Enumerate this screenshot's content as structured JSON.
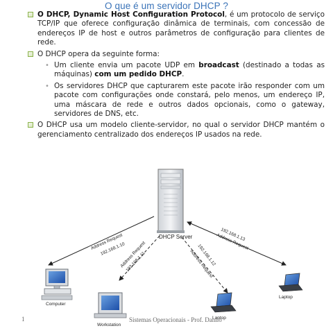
{
  "slide": {
    "title": "O que é um servidor DHCP ?",
    "bullets": [
      {
        "bold": "O DHCP, Dynamic Host Configuration Protocol",
        "text": ", é um protocolo de serviço TCP/IP que oferece configuração dinâmica de terminais, com concessão de endereços IP de host e outros parâmetros de configuração para clientes de rede."
      },
      {
        "text": "O DHCP opera da seguinte forma:"
      },
      {
        "text": "O DHCP usa um modelo cliente-servidor, no qual o servidor DHCP mantém o gerenciamento centralizado dos endereços IP usados na rede."
      }
    ],
    "subbullets": [
      {
        "pre": "Um cliente envia um pacote UDP em ",
        "bold1": "broadcast",
        "mid": " (destinado a todas as máquinas) ",
        "bold2": "com um pedido DHCP",
        "post": "."
      },
      {
        "text": "Os servidores DHCP que capturarem este pacote irão responder com um pacote com configurações onde constará, pelo menos, um endereço IP, uma máscara de rede e outros dados opcionais, como o gateway, servidores de DNS, etc."
      }
    ]
  },
  "diagram": {
    "server_label": "DHCP Server",
    "clients": [
      {
        "label": "Computer",
        "icon": "desktop-computer-icon",
        "request": "Address Request",
        "ip": "192.168.1.10"
      },
      {
        "label": "Workstation",
        "icon": "workstation-computer-icon",
        "request": "Address Request",
        "ip": "192.168.1.11"
      },
      {
        "label": "Laptop",
        "icon": "laptop-icon",
        "request": "Address Request",
        "ip": "192.168.1.12"
      },
      {
        "label": "Laptop",
        "icon": "laptop-icon",
        "request": "Address Request",
        "ip": "192.168.1.13"
      }
    ]
  },
  "footer": {
    "page_number": "1",
    "text": "Sistemas Operacionais - Prof. Danilo"
  },
  "colors": {
    "title": "#3a73b8",
    "bullet_box": "#8ab24a",
    "sub_dot": "#a0a0a0"
  }
}
